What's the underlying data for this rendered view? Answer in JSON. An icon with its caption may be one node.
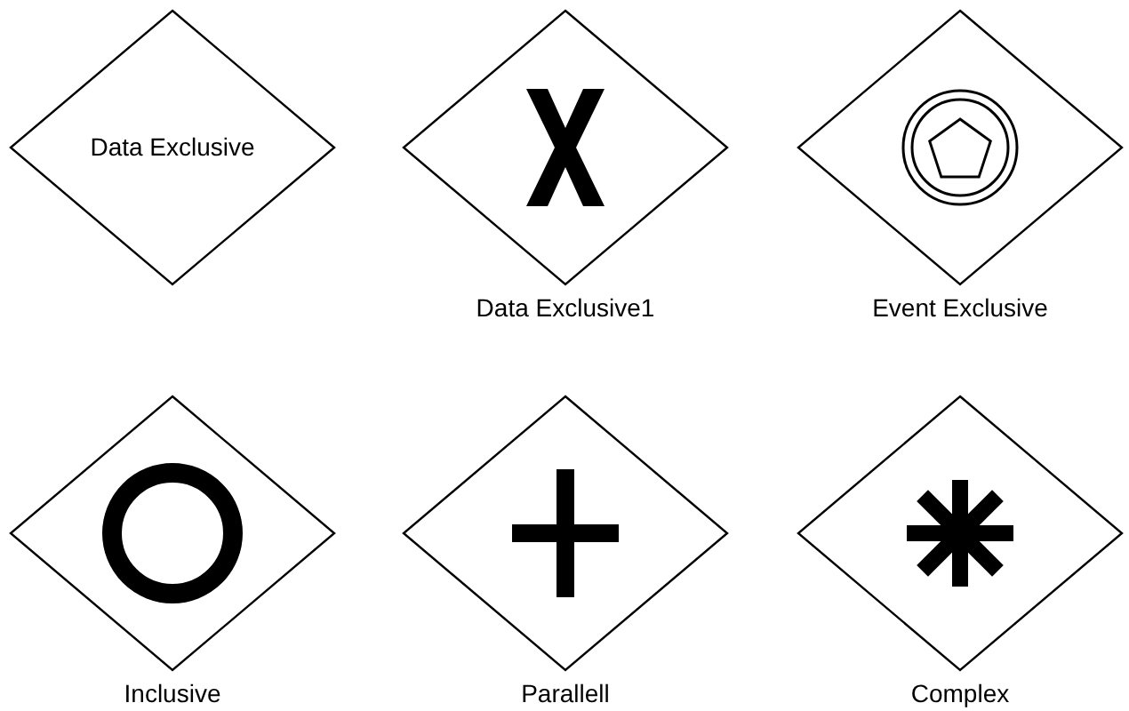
{
  "diagram": {
    "nodes": [
      {
        "text": [
          "Data Exclusive"
        ]
      },
      {
        "text": [
          "Data Exclusive1"
        ]
      },
      {
        "text": [
          "Event Exclusive"
        ]
      },
      {
        "text": [
          "Inclusive"
        ]
      },
      {
        "text": [
          "Parallell"
        ]
      },
      {
        "text": [
          "Complex"
        ]
      }
    ]
  }
}
